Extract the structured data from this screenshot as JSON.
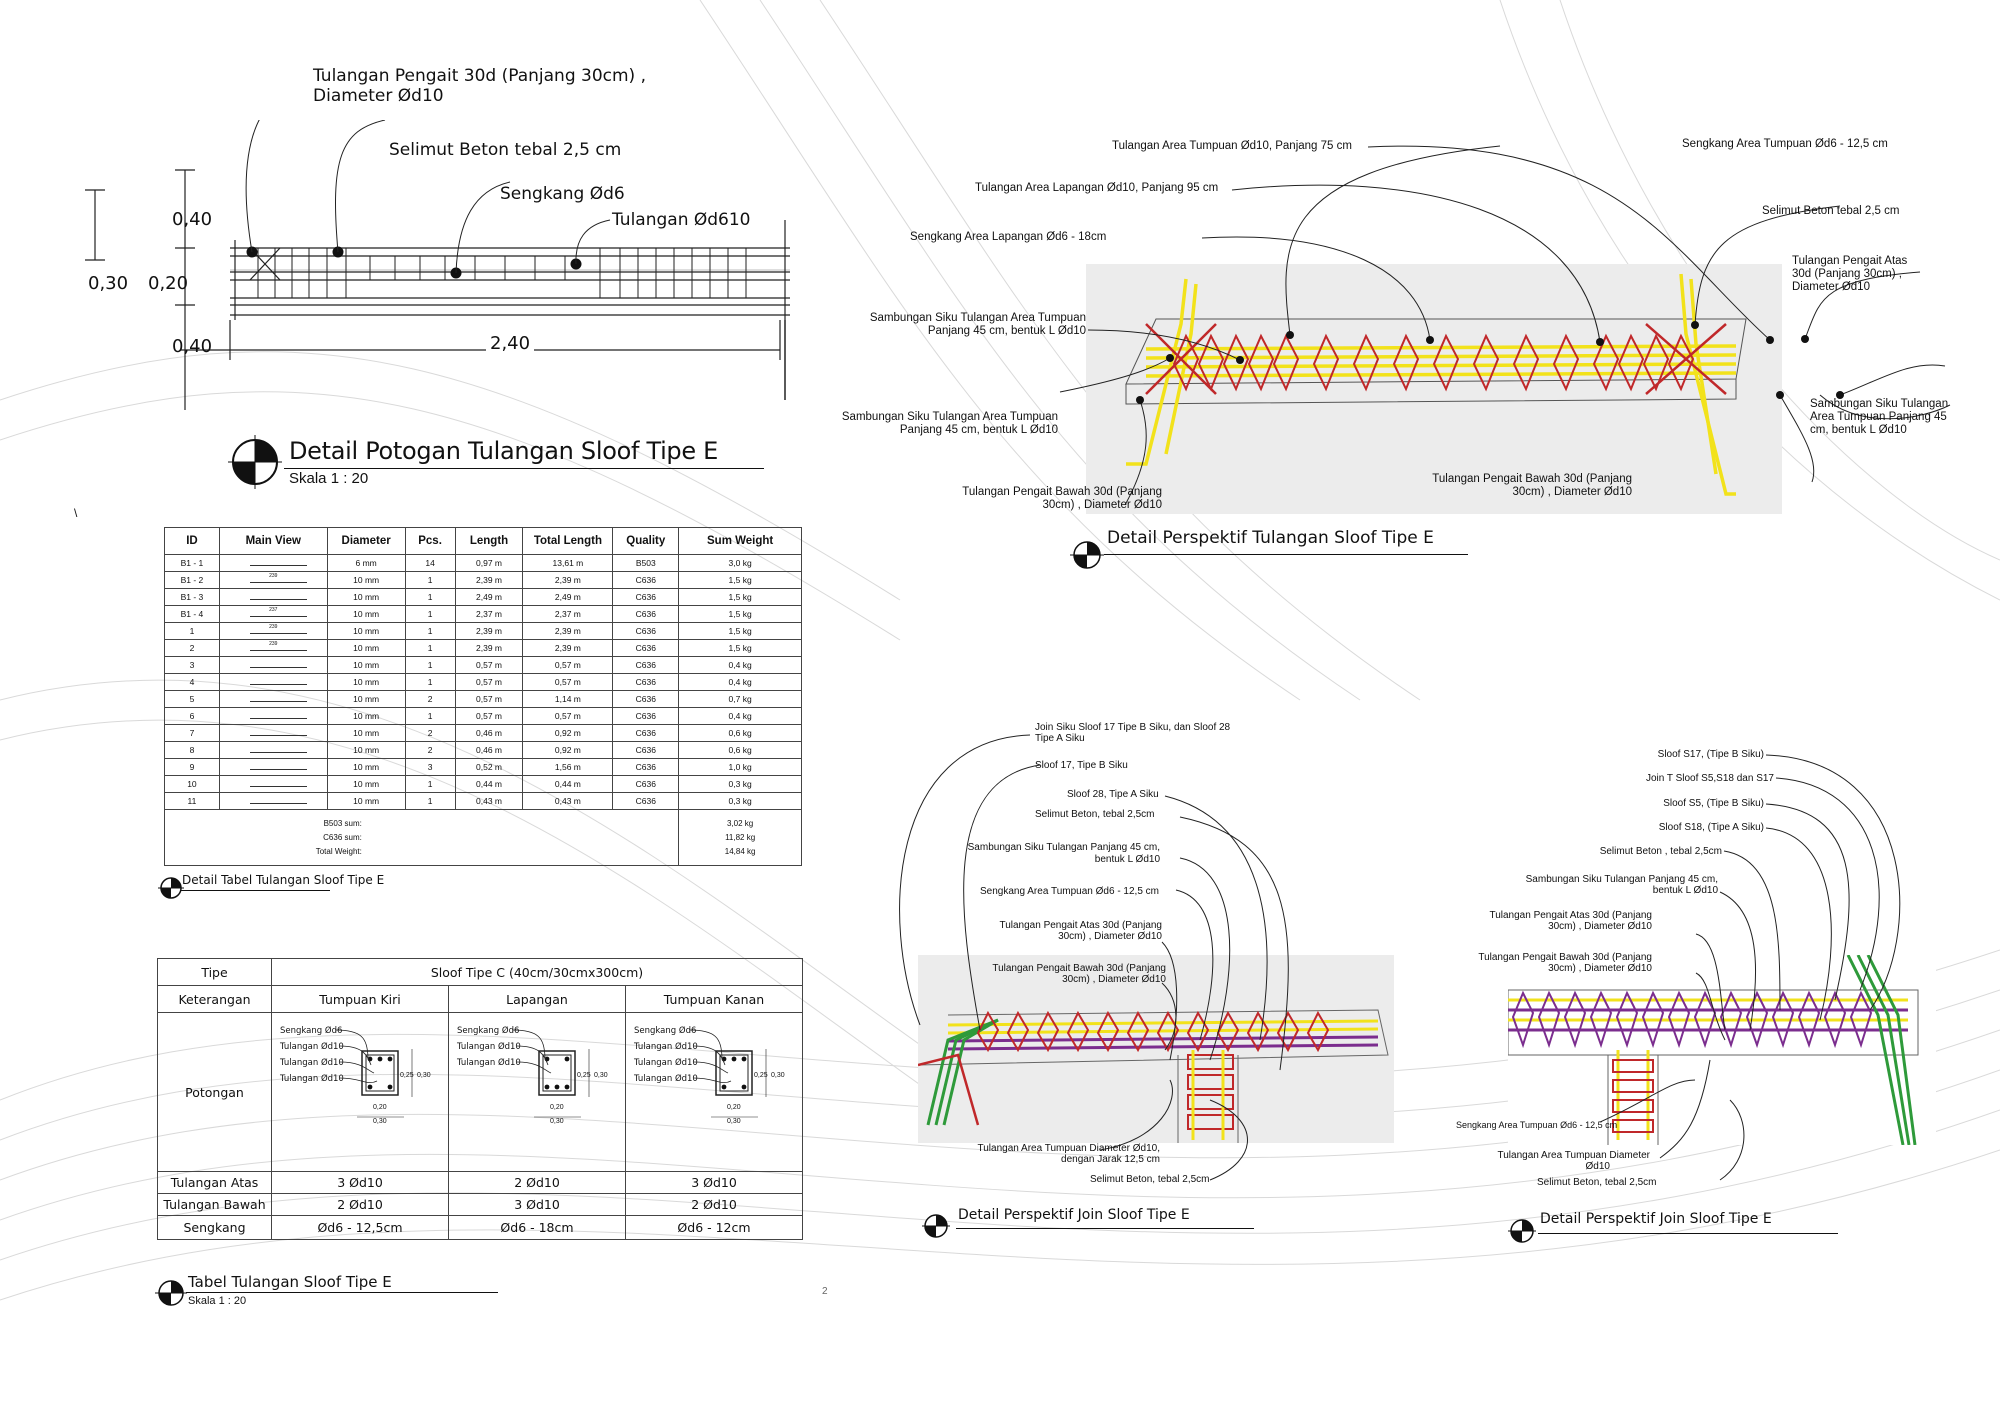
{
  "section_detail": {
    "title": "Detail Potogan Tulangan Sloof Tipe E",
    "scale": "Skala 1 : 20",
    "callouts": [
      "Tulangan Pengait  30d (Panjang 30cm) ,",
      "Diameter Ød10",
      "Selimut Beton tebal 2,5 cm",
      "Sengkang Ød6",
      "Tulangan Ød610"
    ],
    "dims": [
      "0,40",
      "0,30",
      "0,20",
      "0,40",
      "2,40"
    ]
  },
  "perspective_detail": {
    "title": "Detail Perspektif Tulangan Sloof Tipe E",
    "callouts": [
      "Tulangan Area Tumpuan Ød10, Panjang  75 cm",
      "Tulangan Area Lapangan Ød10, Panjang  95 cm",
      "Sengkang Area Lapangan Ød6 - 18cm",
      "Sambungan Siku Tulangan Area Tumpuan",
      "Panjang  45 cm, bentuk L  Ød10",
      "Sambungan Siku Tulangan Area Tumpuan",
      "Panjang  45 cm, bentuk L  Ød10",
      "Tulangan Pengait  Bawah 30d (Panjang",
      "30cm)  , Diameter Ød10",
      "Sengkang Area Tumpuan Ød6 - 12,5 cm",
      "Selimut Beton tebal 2,5 cm",
      "Tulangan Pengait  Atas",
      "30d (Panjang 30cm) ,",
      "Diameter Ød10",
      "Sambungan Siku Tulangan",
      "Area Tumpuan Panjang  45",
      "cm, bentuk L  Ød10",
      "Tulangan Pengait  Bawah 30d (Panjang",
      "30cm)  , Diameter Ød10"
    ]
  },
  "bar_table": {
    "title": "Detail Tabel Tulangan Sloof Tipe E",
    "headers": [
      "ID",
      "Main View",
      "Diameter",
      "Pcs.",
      "Length",
      "Total Length",
      "Quality",
      "Sum Weight"
    ],
    "rows": [
      [
        "B1 - 1",
        "",
        "6 mm",
        "14",
        "0,97 m",
        "13,61 m",
        "B503",
        "3,0 kg"
      ],
      [
        "B1 - 2",
        "239",
        "10 mm",
        "1",
        "2,39 m",
        "2,39 m",
        "C636",
        "1,5 kg"
      ],
      [
        "B1 - 3",
        "",
        "10 mm",
        "1",
        "2,49 m",
        "2,49 m",
        "C636",
        "1,5 kg"
      ],
      [
        "B1 - 4",
        "237",
        "10 mm",
        "1",
        "2,37 m",
        "2,37 m",
        "C636",
        "1,5 kg"
      ],
      [
        "1",
        "239",
        "10 mm",
        "1",
        "2,39 m",
        "2,39 m",
        "C636",
        "1,5 kg"
      ],
      [
        "2",
        "239",
        "10 mm",
        "1",
        "2,39 m",
        "2,39 m",
        "C636",
        "1,5 kg"
      ],
      [
        "3",
        "",
        "10 mm",
        "1",
        "0,57 m",
        "0,57 m",
        "C636",
        "0,4 kg"
      ],
      [
        "4",
        "",
        "10 mm",
        "1",
        "0,57 m",
        "0,57 m",
        "C636",
        "0,4 kg"
      ],
      [
        "5",
        "",
        "10 mm",
        "2",
        "0,57 m",
        "1,14 m",
        "C636",
        "0,7 kg"
      ],
      [
        "6",
        "",
        "10 mm",
        "1",
        "0,57 m",
        "0,57 m",
        "C636",
        "0,4 kg"
      ],
      [
        "7",
        "",
        "10 mm",
        "2",
        "0,46 m",
        "0,92 m",
        "C636",
        "0,6 kg"
      ],
      [
        "8",
        "",
        "10 mm",
        "2",
        "0,46 m",
        "0,92 m",
        "C636",
        "0,6 kg"
      ],
      [
        "9",
        "",
        "10 mm",
        "3",
        "0,52 m",
        "1,56 m",
        "C636",
        "1,0 kg"
      ],
      [
        "10",
        "",
        "10 mm",
        "1",
        "0,44 m",
        "0,44 m",
        "C636",
        "0,3 kg"
      ],
      [
        "11",
        "",
        "10 mm",
        "1",
        "0,43 m",
        "0,43 m",
        "C636",
        "0,3 kg"
      ]
    ],
    "sums": [
      {
        "label": "B503 sum:",
        "value": "3,02 kg"
      },
      {
        "label": "C636 sum:",
        "value": "11,82 kg"
      },
      {
        "label": "Total Weight:",
        "value": "14,84 kg"
      }
    ]
  },
  "sloof_table": {
    "title": "Tabel Tulangan Sloof Tipe E",
    "scale": "Skala 1 : 20",
    "tipe_label": "Tipe",
    "tipe_value": "Sloof Tipe C    (40cm/30cmx300cm)",
    "ket_label": "Keterangan",
    "columns": [
      "Tumpuan Kiri",
      "Lapangan",
      "Tumpuan Kanan"
    ],
    "potongan_label": "Potongan",
    "sections": [
      {
        "labels": [
          "Sengkang Ød6",
          "Tulangan Ød10",
          "Tulangan Ød10",
          "Tulangan Ød10"
        ]
      },
      {
        "labels": [
          "Sengkang Ød6",
          "Tulangan Ød10",
          "Tulangan Ød10"
        ]
      },
      {
        "labels": [
          "Sengkang Ød6",
          "Tulangan Ød10",
          "Tulangan Ød10",
          "Tulangan Ød10"
        ]
      }
    ],
    "section_dims": [
      "0,25",
      "0,30",
      "0,20",
      "0,30"
    ],
    "rows": [
      {
        "label": "Tulangan Atas",
        "values": [
          "3  Ød10",
          "2  Ød10",
          "3  Ød10"
        ]
      },
      {
        "label": "Tulangan Bawah",
        "values": [
          "2  Ød10",
          "3  Ød10",
          "2  Ød10"
        ]
      },
      {
        "label": "Sengkang",
        "values": [
          "Ød6 - 12,5cm",
          "Ød6 - 18cm",
          "Ød6 - 12cm"
        ]
      }
    ]
  },
  "join_left": {
    "title": "Detail Perspektif Join Sloof Tipe E",
    "callouts": [
      "Join Siku Sloof 17 Tipe B Siku, dan Sloof 28",
      "Tipe A Siku",
      "Sloof 17, Tipe B Siku",
      "Sloof 28, Tipe A Siku",
      "Selimut Beton, tebal 2,5cm",
      "Sambungan Siku Tulangan Panjang 45 cm,",
      "bentuk L  Ød10",
      "Sengkang Area Tumpuan Ød6 - 12,5 cm",
      "Tulangan Pengait  Atas 30d (Panjang",
      "30cm)  , Diameter Ød10",
      "Tulangan Pengait  Bawah 30d (Panjang",
      "30cm)  , Diameter Ød10",
      "Tulangan Area Tumpuan Diameter Ød10,",
      "dengan Jarak 12,5 cm",
      "Selimut Beton, tebal 2,5cm"
    ]
  },
  "join_right": {
    "title": "Detail Perspektif Join Sloof Tipe E",
    "callouts": [
      "Sloof S17, (Tipe B Siku)",
      "Join T Sloof  S5,S18 dan S17",
      "Sloof S5, (Tipe B Siku)",
      "Sloof S18, (Tipe A Siku)",
      "Selimut Beton , tebal 2,5cm",
      "Sambungan Siku Tulangan Panjang 45 cm,",
      "bentuk L  Ød10",
      "Tulangan Pengait  Atas 30d (Panjang",
      "30cm)  , Diameter Ød10",
      "Tulangan Pengait  Bawah 30d (Panjang",
      "30cm)  , Diameter Ød10",
      "Sengkang Area Tumpuan Ød6 - 12,5 cm",
      "Tulangan Area Tumpuan Diameter",
      "Ød10",
      "Selimut Beton, tebal 2,5cm"
    ]
  },
  "colors": {
    "rebar_yellow": "#f2e21b",
    "stirrup_red": "#c0282a",
    "rebar_purple": "#7b2d8e",
    "rebar_green": "#2e9a3a",
    "line": "#222222"
  }
}
